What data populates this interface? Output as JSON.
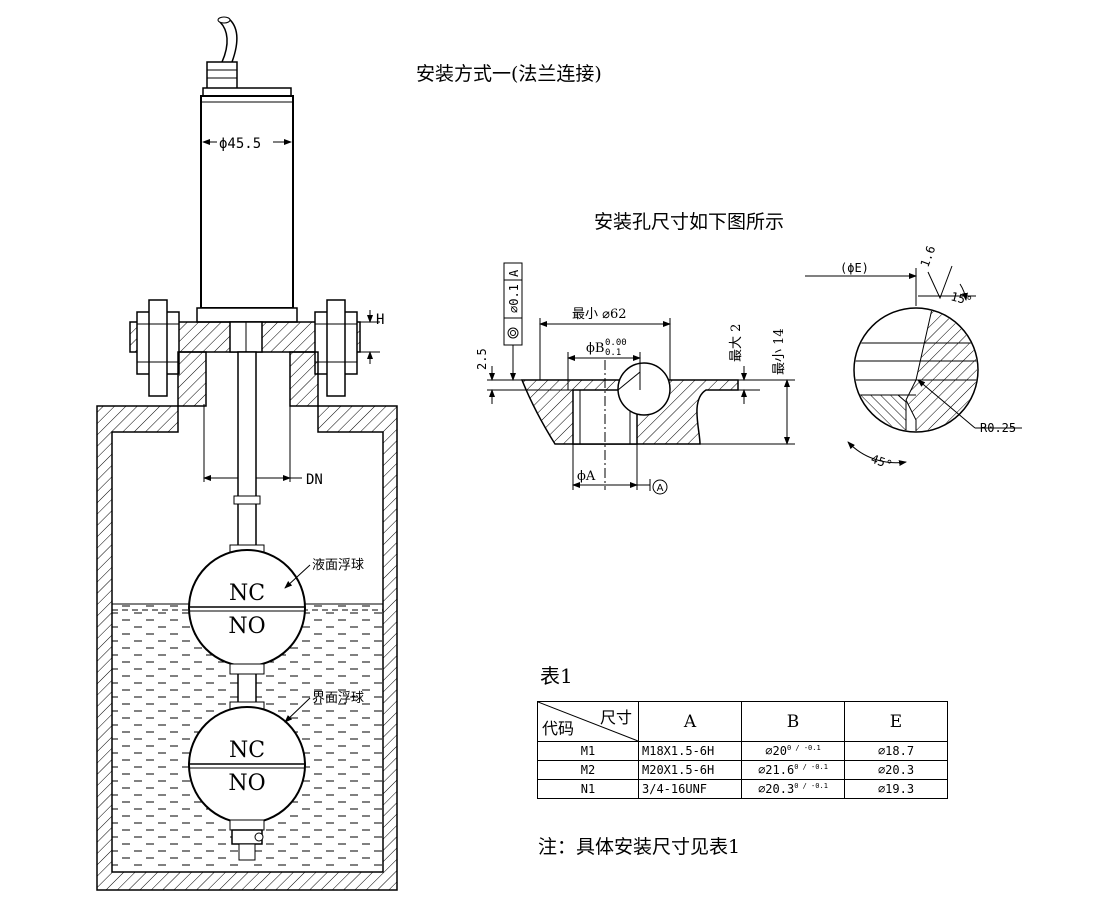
{
  "title_install": "安装方式一(法兰连接)",
  "title_hole": "安装孔尺寸如下图所示",
  "dims": {
    "dia_body": "ϕ45.5",
    "H": "H",
    "DN": "DN",
    "min_62": "最小  ⌀62",
    "phiB": "ϕB",
    "tol_b_upper": "0.00",
    "tol_b_lower": "0.1",
    "max_2": "最大 2",
    "min_14": "最小 14",
    "d_2_5": "2.5",
    "phiA": "ϕA",
    "datum_A": "A",
    "tolerance_frame": "⌀0.1",
    "tolerance_datum": "A",
    "phiE": "(ϕE)",
    "d_1_6": "1.6",
    "angle_15": "15°",
    "angle_45": "45°",
    "r_0_25": "R0.25"
  },
  "floats": {
    "upper_label": "液面浮球",
    "lower_label": "界面浮球",
    "nc": "NC",
    "no": "NO"
  },
  "table": {
    "caption": "表1",
    "corner_col": "尺寸",
    "corner_row": "代码",
    "headers": [
      "A",
      "B",
      "E"
    ],
    "rows": [
      {
        "code": "M1",
        "a": "M18X1.5-6H",
        "b": "⌀20",
        "b_tol": "0 / -0.1",
        "e": "⌀18.7"
      },
      {
        "code": "M2",
        "a": "M20X1.5-6H",
        "b": "⌀21.6",
        "b_tol": "0 / -0.1",
        "e": "⌀20.3"
      },
      {
        "code": "N1",
        "a": "3/4-16UNF",
        "b": "⌀20.3",
        "b_tol": "0 / -0.1",
        "e": "⌀19.3"
      }
    ]
  },
  "note": "注：具体安装尺寸见表1"
}
